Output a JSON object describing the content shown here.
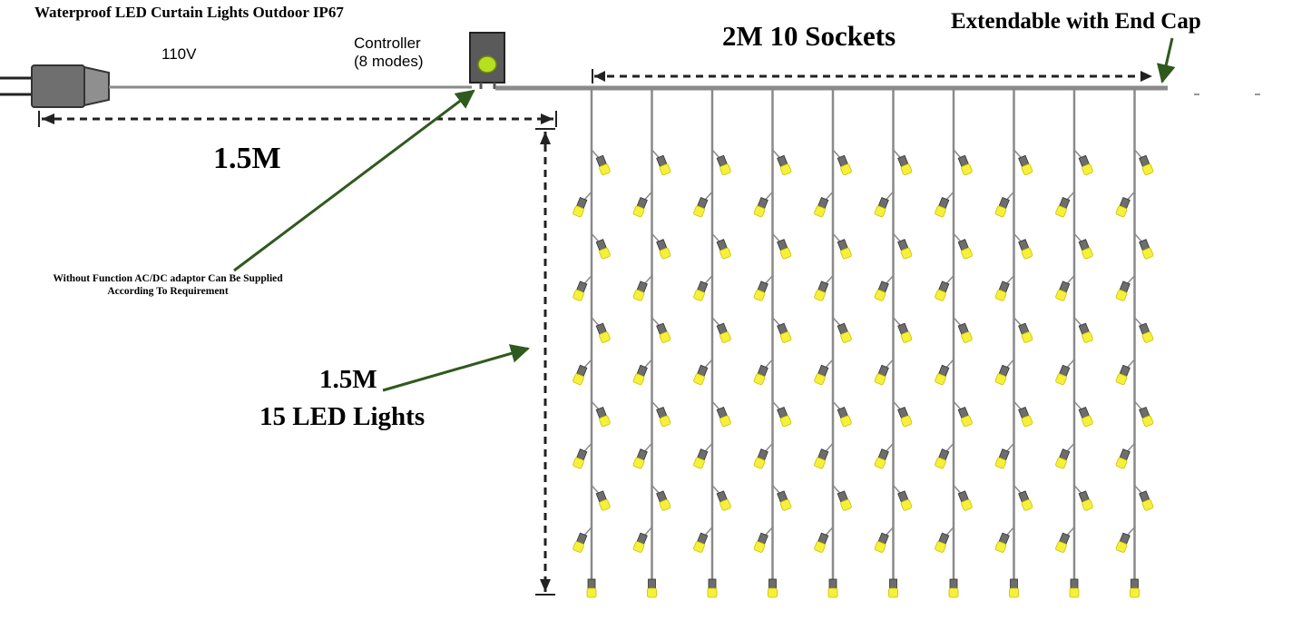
{
  "title": "Waterproof LED Curtain Lights Outdoor IP67",
  "labels": {
    "voltage": "110V",
    "controller_line1": "Controller",
    "controller_line2": "(8 modes)",
    "top_length": "2M 10 Sockets",
    "end_cap": "Extendable with End Cap",
    "cord_length": "1.5M",
    "adaptor_line1": "Without Function AC/DC adaptor Can Be Supplied",
    "adaptor_line2": "According To Requirement",
    "drop_length": "1.5M",
    "led_count": "15 LED  Lights"
  },
  "structure": {
    "strands": 10,
    "bulb_tiers_per_strand": 11
  },
  "colors": {
    "cable": "#8a8a8a",
    "plug": "#6f6f6f",
    "controller_box": "#5a5a5a",
    "controller_button": "#b6e01e",
    "bulb": "#f7f03a",
    "socket": "#6d6d6d",
    "arrow_green": "#2f5a1e",
    "dim_line": "#222222"
  }
}
